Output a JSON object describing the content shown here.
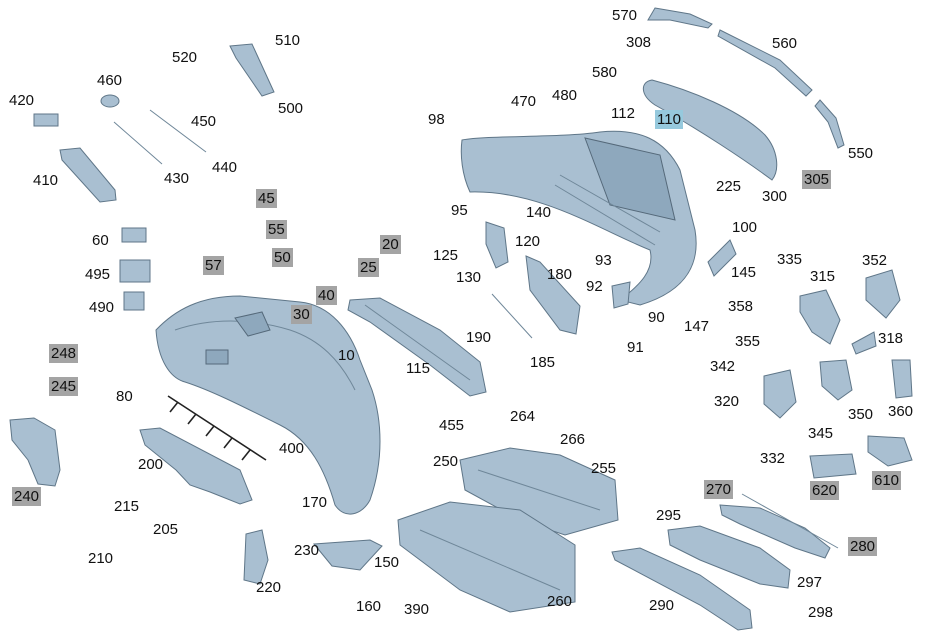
{
  "part_labels": {
    "p10": "10",
    "p20": "20",
    "p25": "25",
    "p30": "30",
    "p40": "40",
    "p45": "45",
    "p50": "50",
    "p55": "55",
    "p57": "57",
    "p60": "60",
    "p80": "80",
    "p90": "90",
    "p91": "91",
    "p92": "92",
    "p93": "93",
    "p95": "95",
    "p98": "98",
    "p100": "100",
    "p110": "110",
    "p112": "112",
    "p115": "115",
    "p120": "120",
    "p125": "125",
    "p130": "130",
    "p140": "140",
    "p145": "145",
    "p147": "147",
    "p150": "150",
    "p160": "160",
    "p170": "170",
    "p180": "180",
    "p185": "185",
    "p190": "190",
    "p200": "200",
    "p205": "205",
    "p210": "210",
    "p215": "215",
    "p220": "220",
    "p225": "225",
    "p230": "230",
    "p240": "240",
    "p245": "245",
    "p248": "248",
    "p250": "250",
    "p255": "255",
    "p260": "260",
    "p264": "264",
    "p266": "266",
    "p270": "270",
    "p280": "280",
    "p290": "290",
    "p295": "295",
    "p297": "297",
    "p298": "298",
    "p300": "300",
    "p305": "305",
    "p308": "308",
    "p315": "315",
    "p318": "318",
    "p320": "320",
    "p332": "332",
    "p335": "335",
    "p342": "342",
    "p345": "345",
    "p350": "350",
    "p352": "352",
    "p355": "355",
    "p358": "358",
    "p360": "360",
    "p390": "390",
    "p400": "400",
    "p410": "410",
    "p420": "420",
    "p430": "430",
    "p440": "440",
    "p450": "450",
    "p455": "455",
    "p460": "460",
    "p470": "470",
    "p480": "480",
    "p490": "490",
    "p495": "495",
    "p500": "500",
    "p510": "510",
    "p520": "520",
    "p550": "550",
    "p560": "560",
    "p570": "570",
    "p580": "580",
    "p610": "610",
    "p620": "620"
  },
  "colors": {
    "part_fill": "#a9bfd1",
    "part_stroke": "#5f7688",
    "boxed_label": "#a4a4a4",
    "highlighted_label": "#96c9dd"
  }
}
